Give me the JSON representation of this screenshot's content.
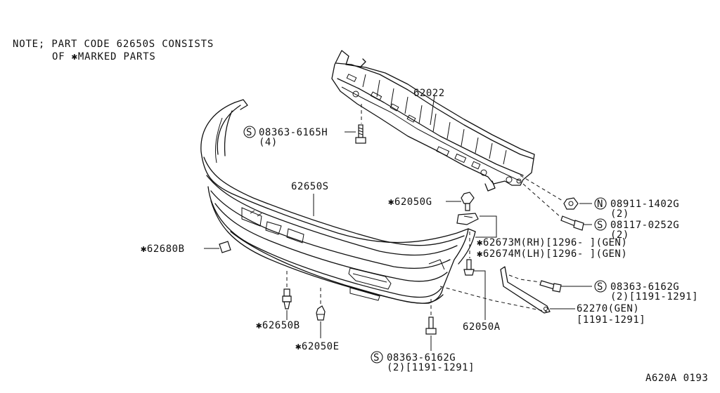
{
  "note": {
    "line1": "NOTE; PART CODE 62650S CONSISTS",
    "line2": "OF ✱MARKED PARTS"
  },
  "labels": {
    "reinforcement": "62022",
    "bolt_top_code": "08363-6165H",
    "bolt_top_qty": "(4)",
    "fascia": "62650S",
    "clip_g": "✱62050G",
    "nut_code": "08911-1402G",
    "nut_qty": "(2)",
    "bolt_mid_code": "08117-0252G",
    "bolt_mid_qty": "(2)",
    "bracket_rh": "✱62673M(RH)[1296-    ](GEN)",
    "bracket_lh": "✱62674M(LH)[1296-    ](GEN)",
    "plug": "✱62680B",
    "bolt_right_code": "08363-6162G",
    "bolt_right_qty": "(2)[1191-1291]",
    "stay_code": "62270(GEN)",
    "stay_range": "[1191-1291]",
    "clip_b": "✱62650B",
    "clip_a": "62050A",
    "clip_e": "✱62050E",
    "bolt_bottom_code": "08363-6162G",
    "bolt_bottom_qty": "(2)[1191-1291]",
    "diagram_code": "A620A 0193"
  },
  "symbols": {
    "screw_s": "S",
    "nut_n": "N"
  }
}
